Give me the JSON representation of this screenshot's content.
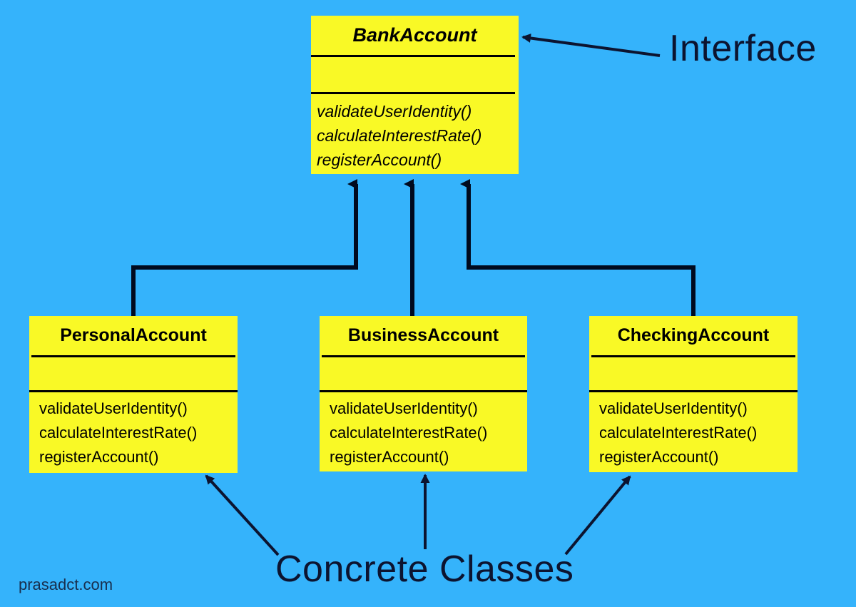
{
  "diagram": {
    "title": "BankAccount interface and concrete account classes",
    "background_color": "#35b3fb",
    "class_fill_color": "#f9f926",
    "line_color": "#000000",
    "annotation_color": "#0c1430"
  },
  "classes": {
    "bank_account": {
      "name": "BankAccount",
      "stereotype": "interface",
      "attributes": [],
      "methods": [
        "validateUserIdentity()",
        "calculateInterestRate()",
        "registerAccount()"
      ]
    },
    "personal_account": {
      "name": "PersonalAccount",
      "stereotype": "class",
      "attributes": [],
      "methods": [
        "validateUserIdentity()",
        "calculateInterestRate()",
        "registerAccount()"
      ]
    },
    "business_account": {
      "name": "BusinessAccount",
      "stereotype": "class",
      "attributes": [],
      "methods": [
        "validateUserIdentity()",
        "calculateInterestRate()",
        "registerAccount()"
      ]
    },
    "checking_account": {
      "name": "CheckingAccount",
      "stereotype": "class",
      "attributes": [],
      "methods": [
        "validateUserIdentity()",
        "calculateInterestRate()",
        "registerAccount()"
      ]
    }
  },
  "annotations": {
    "interface_label": "Interface",
    "concrete_label": "Concrete Classes"
  },
  "watermark": {
    "text": "prasadct.com"
  },
  "relationships": [
    {
      "from": "PersonalAccount",
      "to": "BankAccount",
      "type": "realization"
    },
    {
      "from": "BusinessAccount",
      "to": "BankAccount",
      "type": "realization"
    },
    {
      "from": "CheckingAccount",
      "to": "BankAccount",
      "type": "realization"
    }
  ]
}
